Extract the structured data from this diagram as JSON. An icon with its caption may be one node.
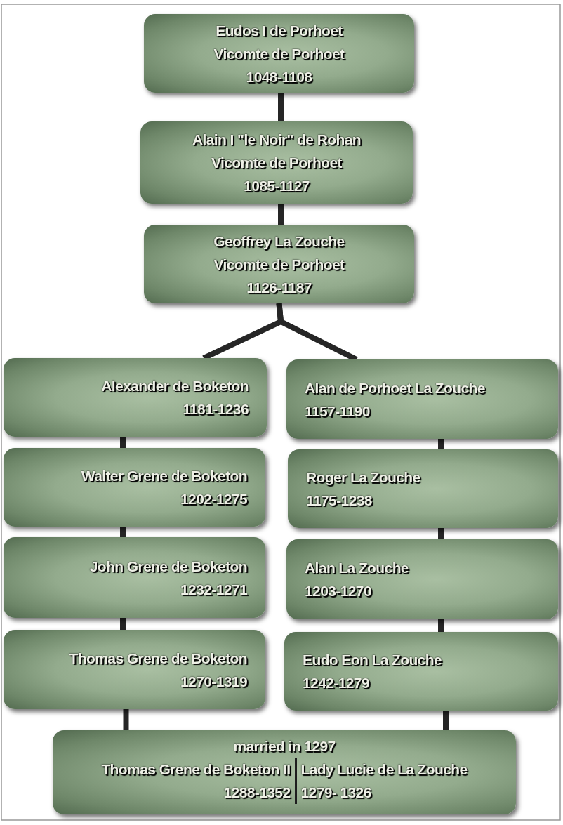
{
  "diagram": {
    "nodes": [
      {
        "text": [
          "Eudos I de Porhoet",
          "Vicomte de Porhoet",
          "1048-1108"
        ]
      },
      {
        "text": [
          "Alain I \"le Noir\" de Rohan",
          "Vicomte de Porhoet",
          "1085-1127"
        ]
      },
      {
        "text": [
          "Geoffrey La Zouche",
          "Vicomte de Porhoet",
          "1126-1187"
        ]
      },
      {
        "text": [
          "Alexander de Boketon",
          "1181-1236"
        ]
      },
      {
        "text": [
          "Alan de Porhoet La Zouche",
          "1157-1190"
        ]
      },
      {
        "text": [
          "Walter Grene de Boketon",
          "1202-1275"
        ]
      },
      {
        "text": [
          "Roger La Zouche",
          "1175-1238"
        ]
      },
      {
        "text": [
          "John Grene de Boketon",
          "1232-1271"
        ]
      },
      {
        "text": [
          "Alan La Zouche",
          "1203-1270"
        ]
      },
      {
        "text": [
          "Thomas Grene de Boketon",
          "1270-1319"
        ]
      },
      {
        "text": [
          "Eudo Eon La Zouche",
          "1242-1279"
        ]
      },
      {
        "text": [
          "married in 1297",
          "Thomas Grene de Boketon II",
          "1288-1352",
          "Lady Lucie de La Zouche",
          "1279- 1326"
        ]
      }
    ],
    "edges": [
      {
        "from": 0,
        "to": 1,
        "arrow": "none"
      },
      {
        "from": 1,
        "to": 2,
        "arrow": "none"
      },
      {
        "from": 2,
        "to": 3,
        "arrow": "none"
      },
      {
        "from": 2,
        "to": 4,
        "arrow": "none"
      },
      {
        "from": 3,
        "to": 5,
        "arrow": "none"
      },
      {
        "from": 5,
        "to": 7,
        "arrow": "none"
      },
      {
        "from": 7,
        "to": 9,
        "arrow": "none"
      },
      {
        "from": 4,
        "to": 6,
        "arrow": "none"
      },
      {
        "from": 6,
        "to": 8,
        "arrow": "none"
      },
      {
        "from": 8,
        "to": 10,
        "arrow": "none"
      },
      {
        "from": 9,
        "to": 11,
        "arrow": "none"
      },
      {
        "from": 10,
        "to": 11,
        "arrow": "none"
      }
    ]
  }
}
